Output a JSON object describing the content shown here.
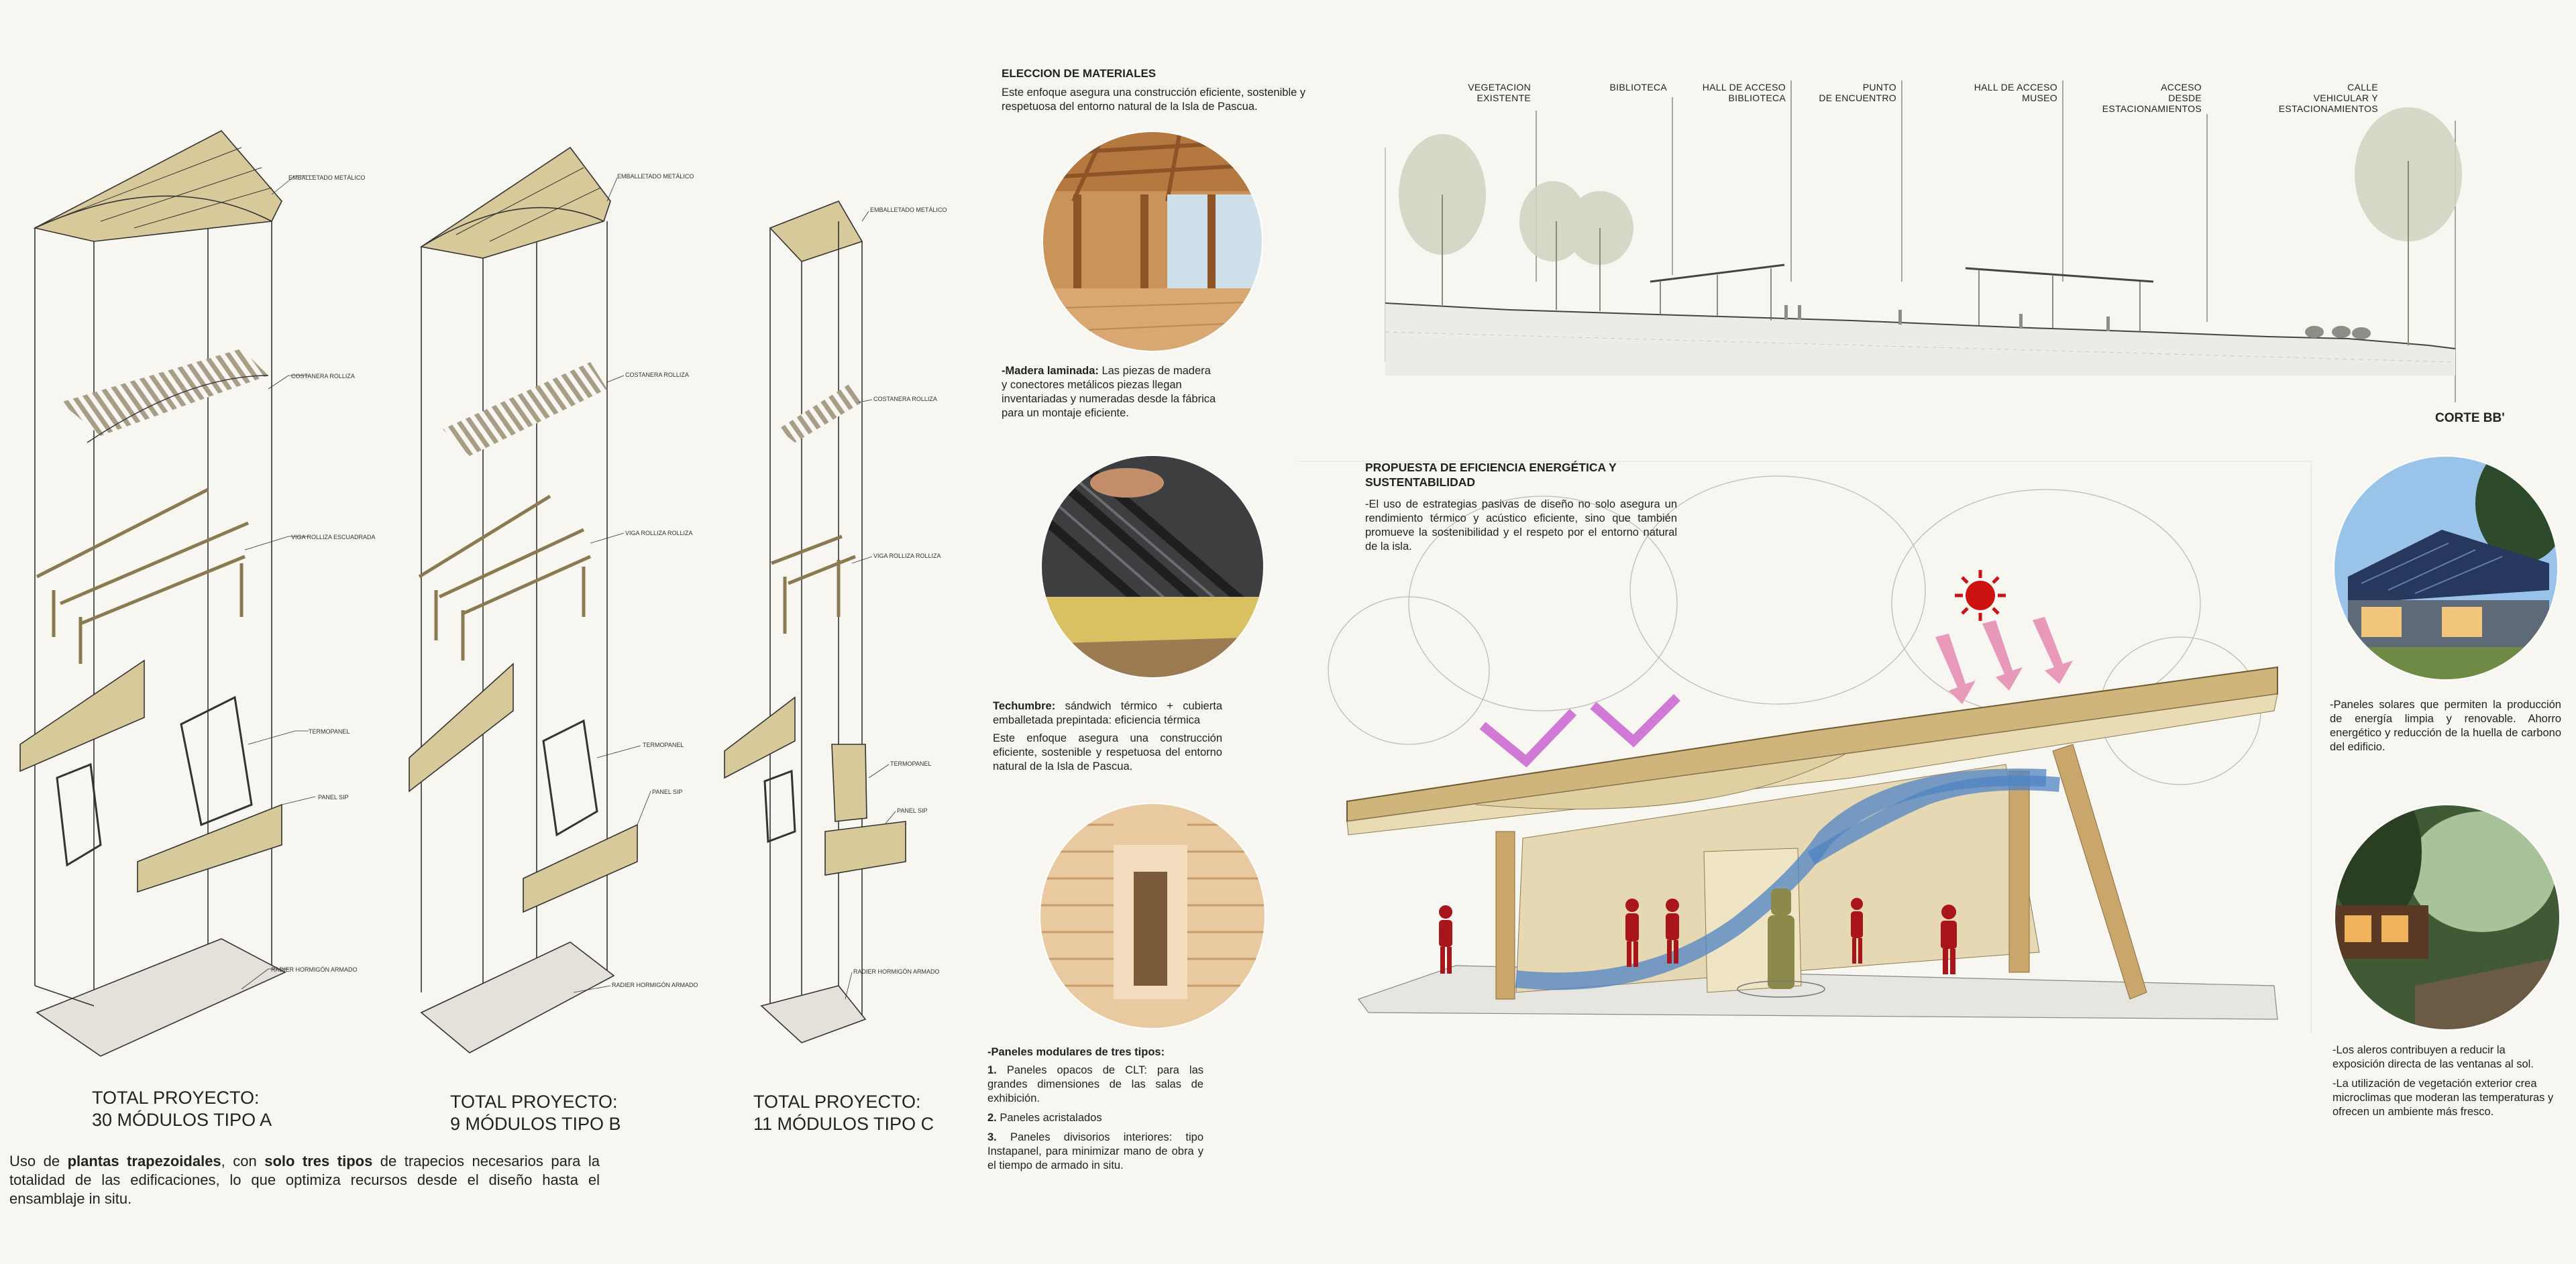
{
  "modules": [
    {
      "total_line1": "TOTAL PROYECTO:",
      "total_line2": "30 MÓDULOS TIPO A"
    },
    {
      "total_line1": "TOTAL PROYECTO:",
      "total_line2": "9 MÓDULOS TIPO B"
    },
    {
      "total_line1": "TOTAL PROYECTO:",
      "total_line2": "11 MÓDULOS TIPO C"
    }
  ],
  "intro": {
    "p1": "Uso de ",
    "b1": "plantas trapezoidales",
    "p2": ", con ",
    "b2": "solo tres tipos",
    "p3": " de trapecios necesarios para la totalidad de las edificaciones, lo que optimiza recursos desde el diseño hasta el ensamblaje in situ."
  },
  "materials": {
    "title": "ELECCION DE MATERIALES",
    "intro": "Este enfoque asegura una construcción eficiente, sostenible y respetuosa del entorno natural de la Isla de Pascua.",
    "madera_bold": "-Madera laminada:",
    "madera_text": " Las piezas de madera y conectores metálicos piezas llegan inventariadas y numeradas desde la fábrica para un montaje eficiente.",
    "techumbre_bold": "Techumbre:",
    "techumbre_text": " sándwich térmico + cubierta emballetada prepintada: eficiencia térmica",
    "techumbre_p2": "Este enfoque asegura una construcción eficiente, sostenible y respetuosa del entorno natural de la Isla de Pascua.",
    "paneles_title": "-Paneles modulares de tres tipos:",
    "paneles": [
      {
        "num": "1.",
        "text": "Paneles opacos de CLT:  para las grandes dimensiones de las salas de exhibición."
      },
      {
        "num": "2.",
        "text": "Paneles acristalados"
      },
      {
        "num": "3.",
        "text": "Paneles divisorios interiores: tipo Instapanel, para minimizar mano de obra y el tiempo de armado in situ."
      }
    ]
  },
  "section": {
    "labels": [
      {
        "l1": "VEGETACION",
        "l2": "EXISTENTE",
        "l3": ""
      },
      {
        "l1": "BIBLIOTECA",
        "l2": "",
        "l3": ""
      },
      {
        "l1": "HALL DE ACCESO",
        "l2": "BIBLIOTECA",
        "l3": ""
      },
      {
        "l1": "PUNTO",
        "l2": "DE ENCUENTRO",
        "l3": ""
      },
      {
        "l1": "HALL DE ACCESO",
        "l2": "MUSEO",
        "l3": ""
      },
      {
        "l1": "ACCESO",
        "l2": "DESDE",
        "l3": "ESTACIONAMIENTOS"
      },
      {
        "l1": "CALLE",
        "l2": "VEHICULAR Y",
        "l3": "ESTACIONAMIENTOS"
      }
    ],
    "corte": "CORTE BB'"
  },
  "energy": {
    "title1": "PROPUESTA DE EFICIENCIA ENERGÉTICA Y",
    "title2": "SUSTENTABILIDAD",
    "text": "-El uso de estrategias pasivas de diseño no solo asegura un rendimiento térmico y acústico eficiente, sino que también promueve la sostenibilidad y el respeto por el entorno natural de la isla."
  },
  "right": {
    "solar": "-Paneles solares que permiten la producción de energía limpia y renovable. Ahorro energético y reducción de la huella de carbono del edificio.",
    "aleros": "-Los aleros contribuyen a reducir la exposición directa de las ventanas al sol.",
    "vegetacion": "-La utilización de vegetación exterior crea microclimas que moderan las temperaturas y ofrecen un ambiente más fresco."
  },
  "colors": {
    "beige": "#d8c99a",
    "wood": "#c9a66b",
    "figure": "#a8161b",
    "arrow_blue": "#4f84c4",
    "arrow_pink": "#e78fb3",
    "arrow_violet": "#d07ad6",
    "sun": "#cc1111"
  }
}
